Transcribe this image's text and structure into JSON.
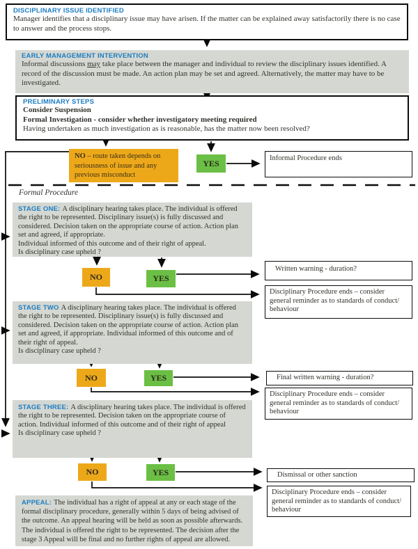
{
  "colors": {
    "heading_blue": "#1d7dc2",
    "no_orange": "#eda81a",
    "yes_green": "#6bbf45",
    "gray_box": "#d5d8d2"
  },
  "issue_identified": {
    "heading": "DISCIPLINARY ISSUE IDENTIFIED",
    "body": "Manager identifies that a disciplinary issue may have arisen. If the matter can be explained away satisfactorily there is no case to answer and the process stops."
  },
  "early_intervention": {
    "heading": "EARLY MANAGEMENT INTERVENTION",
    "body_pre": "Informal discussions ",
    "body_underlined": "may",
    "body_post": " take place between the manager and individual to review the disciplinary issues identified. A record of the discussion must be made. An action plan may be set and agreed. Alternatively, the matter may have to be investigated."
  },
  "preliminary": {
    "heading": "PRELIMINARY STEPS",
    "line1": "Consider Suspension",
    "line2": "Formal Investigation - consider whether investigatory meeting required",
    "line3": "Having undertaken as much investigation as is reasonable, has the matter now been resolved?"
  },
  "prelim_no": {
    "label": "NO",
    "rest": " – route taken depends on seriousness of issue and any previous misconduct"
  },
  "prelim_yes": "YES",
  "informal_ends": "Informal Procedure ends",
  "formal_label": "Formal Procedure",
  "stages": [
    {
      "heading": "STAGE ONE:",
      "body": "A disciplinary hearing takes place. The individual is offered the right to be represented. Disciplinary issue(s) is fully discussed and considered. Decision taken on the appropriate course of action. Action plan set and agreed, if appropriate.",
      "line2": "Individual informed of this outcome and of their right of appeal.",
      "question": "Is disciplinary case upheld ?",
      "no": "NO",
      "yes": "YES"
    },
    {
      "heading": "STAGE TWO",
      "body": "A disciplinary hearing takes place. The individual is offered the right to be represented. Disciplinary issue(s) is fully discussed and considered. Decision taken on the appropriate course of action. Action plan set and agreed, if appropriate. Individual informed of this outcome and of their right of appeal.",
      "line2": "",
      "question": "Is disciplinary case upheld ?",
      "no": "NO",
      "yes": "YES"
    },
    {
      "heading": "STAGE THREE:",
      "body": "A disciplinary hearing takes place. The individual is offered the right to be represented.  Decision taken on the appropriate course of action. Individual informed of this outcome and of their right of appeal",
      "line2": "",
      "question": "Is disciplinary case upheld ?",
      "no": "NO",
      "yes": "YES"
    }
  ],
  "outcomes": {
    "stage1_yes": "Written warning - duration?",
    "stage1_no": "Disciplinary Procedure ends – consider general reminder as to standards of conduct/ behaviour",
    "stage2_yes": "Final written warning - duration?",
    "stage2_no": "Disciplinary Procedure ends – consider general reminder as to standards of conduct/ behaviour",
    "stage3_yes": "Dismissal or other sanction",
    "stage3_no": "Disciplinary Procedure ends – consider general reminder as to standards of conduct/ behaviour"
  },
  "appeal": {
    "heading": "APPEAL:",
    "body": "The individual has a right of appeal at any or each stage of the formal disciplinary procedure, generally within 5 days of being advised of the outcome. An appeal hearing will be held as soon as possible afterwards. The individual is offered the right to be represented. The decision after the stage 3 Appeal will be final and no further rights of appeal are allowed."
  }
}
